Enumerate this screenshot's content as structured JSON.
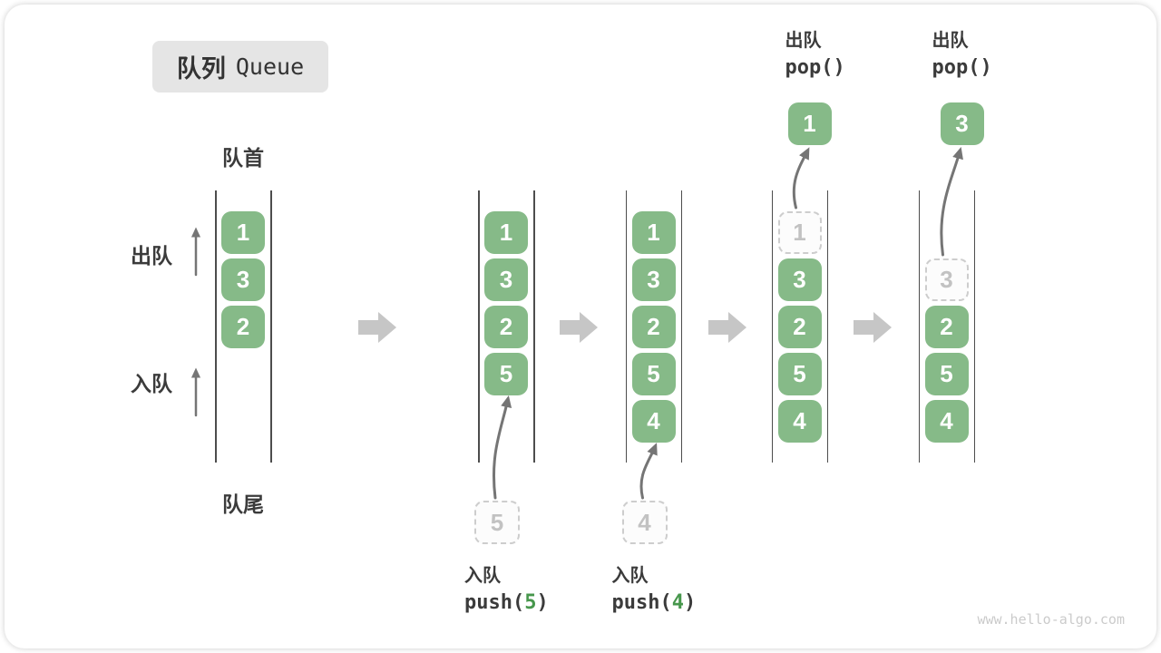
{
  "title": {
    "zh": "队列",
    "en": "Queue"
  },
  "side_labels": {
    "front": "队首",
    "rear": "队尾",
    "dequeue": "出队",
    "enqueue": "入队"
  },
  "watermark": "www.hello-algo.com",
  "colors": {
    "cell_green": "#86ba88",
    "accent_green": "#47974c",
    "block_arrow": "#c6c6c6",
    "wall": "#4d4d4d",
    "thin_arrow": "#757575",
    "ghost_border": "#cdcdcd",
    "ghost_bg": "#fcfcfc",
    "ghost_text": "#c2c2c2",
    "text_dark": "#3b3b3b",
    "title_bg": "#e5e5e5",
    "watermark_gray": "#cbcbcb"
  },
  "states": [
    {
      "slots": [
        {
          "v": "1",
          "kind": "solid"
        },
        {
          "v": "3",
          "kind": "solid"
        },
        {
          "v": "2",
          "kind": "solid"
        }
      ]
    },
    {
      "slots": [
        {
          "v": "1",
          "kind": "solid"
        },
        {
          "v": "3",
          "kind": "solid"
        },
        {
          "v": "2",
          "kind": "solid"
        },
        {
          "v": "5",
          "kind": "solid"
        }
      ],
      "incoming": "5",
      "op": {
        "zh": "入队",
        "pre": "push(",
        "arg": "5",
        "post": ")"
      }
    },
    {
      "slots": [
        {
          "v": "1",
          "kind": "solid"
        },
        {
          "v": "3",
          "kind": "solid"
        },
        {
          "v": "2",
          "kind": "solid"
        },
        {
          "v": "5",
          "kind": "solid"
        },
        {
          "v": "4",
          "kind": "solid"
        }
      ],
      "incoming": "4",
      "op": {
        "zh": "入队",
        "pre": "push(",
        "arg": "4",
        "post": ")"
      }
    },
    {
      "slots": [
        {
          "v": "1",
          "kind": "ghost"
        },
        {
          "v": "3",
          "kind": "solid"
        },
        {
          "v": "2",
          "kind": "solid"
        },
        {
          "v": "5",
          "kind": "solid"
        },
        {
          "v": "4",
          "kind": "solid"
        }
      ],
      "outgoing": "1",
      "op": {
        "zh": "出队",
        "code": "pop()"
      }
    },
    {
      "slots": [
        {
          "kind": "empty"
        },
        {
          "v": "3",
          "kind": "ghost"
        },
        {
          "v": "2",
          "kind": "solid"
        },
        {
          "v": "5",
          "kind": "solid"
        },
        {
          "v": "4",
          "kind": "solid"
        }
      ],
      "outgoing": "3",
      "op": {
        "zh": "出队",
        "code": "pop()"
      }
    }
  ]
}
